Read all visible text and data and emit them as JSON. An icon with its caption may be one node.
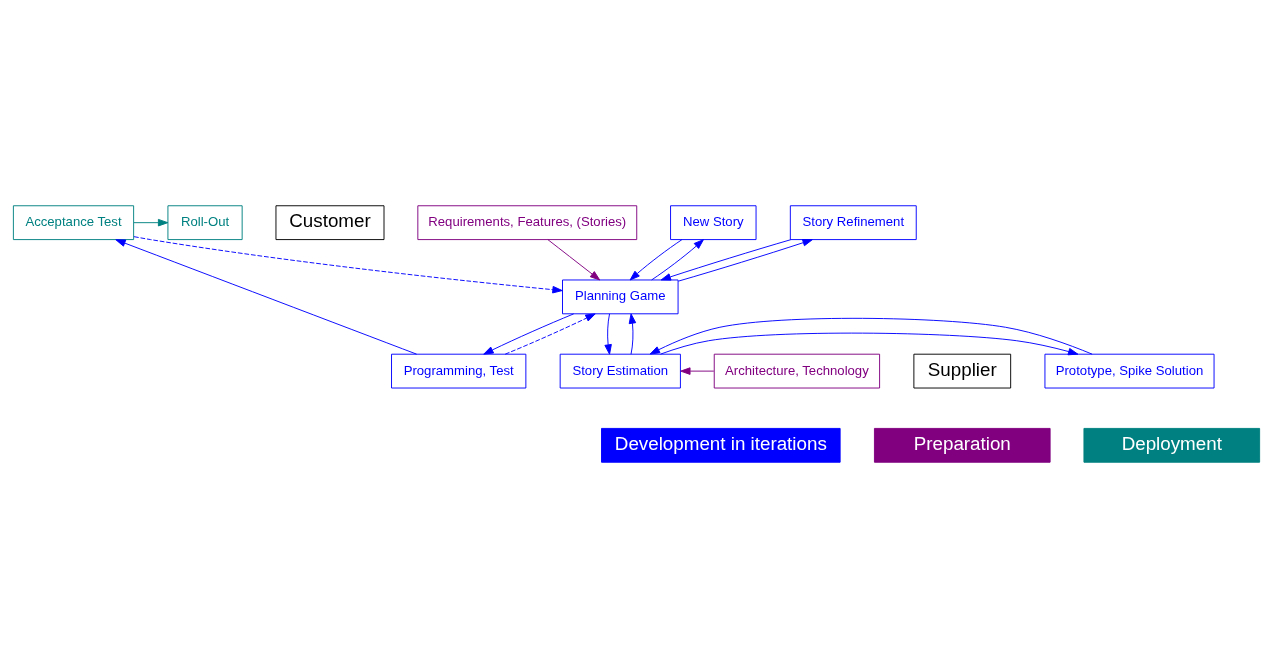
{
  "diagram": {
    "nodes": [
      {
        "text": [
          "Customer"
        ]
      },
      {
        "text": [
          "Supplier"
        ]
      },
      {
        "text": [
          "Requirements, Features, (Stories)"
        ]
      },
      {
        "text": [
          "New Story"
        ]
      },
      {
        "text": [
          "Story Refinement"
        ]
      },
      {
        "text": [
          "Acceptance Test"
        ]
      },
      {
        "text": [
          "Roll-Out"
        ]
      },
      {
        "text": [
          "Planning Game"
        ]
      },
      {
        "text": [
          "Programming, Test"
        ]
      },
      {
        "text": [
          "Architecture, Technology"
        ]
      },
      {
        "text": [
          "Story Estimation"
        ]
      },
      {
        "text": [
          "Prototype, Spike Solution"
        ]
      },
      {
        "text": [
          "Preparation"
        ]
      },
      {
        "text": [
          "Development in iterations"
        ]
      },
      {
        "text": [
          "Deployment"
        ]
      }
    ],
    "edges": [
      {
        "from": 2,
        "to": 7,
        "arrow": "to",
        "color": "#800080"
      },
      {
        "from": 7,
        "to": 3,
        "arrow": "to"
      },
      {
        "from": 3,
        "to": 7,
        "arrow": "to"
      },
      {
        "from": 7,
        "to": 4,
        "arrow": "to"
      },
      {
        "from": 4,
        "to": 7,
        "arrow": "to"
      },
      {
        "from": 5,
        "to": 7,
        "arrow": "to",
        "style": "dashed"
      },
      {
        "from": 5,
        "to": 6,
        "arrow": "to",
        "color": "#008080"
      },
      {
        "from": 7,
        "to": 8,
        "arrow": "to"
      },
      {
        "from": 8,
        "to": 5,
        "arrow": "to"
      },
      {
        "from": 8,
        "to": 7,
        "arrow": "to",
        "style": "dashed"
      },
      {
        "from": 7,
        "to": 10,
        "arrow": "to"
      },
      {
        "from": 10,
        "to": 7,
        "arrow": "to"
      },
      {
        "from": 9,
        "to": 10,
        "arrow": "to",
        "color": "#800080"
      },
      {
        "from": 10,
        "to": 11,
        "arrow": "to"
      },
      {
        "from": 11,
        "to": 10,
        "arrow": "to"
      }
    ]
  }
}
